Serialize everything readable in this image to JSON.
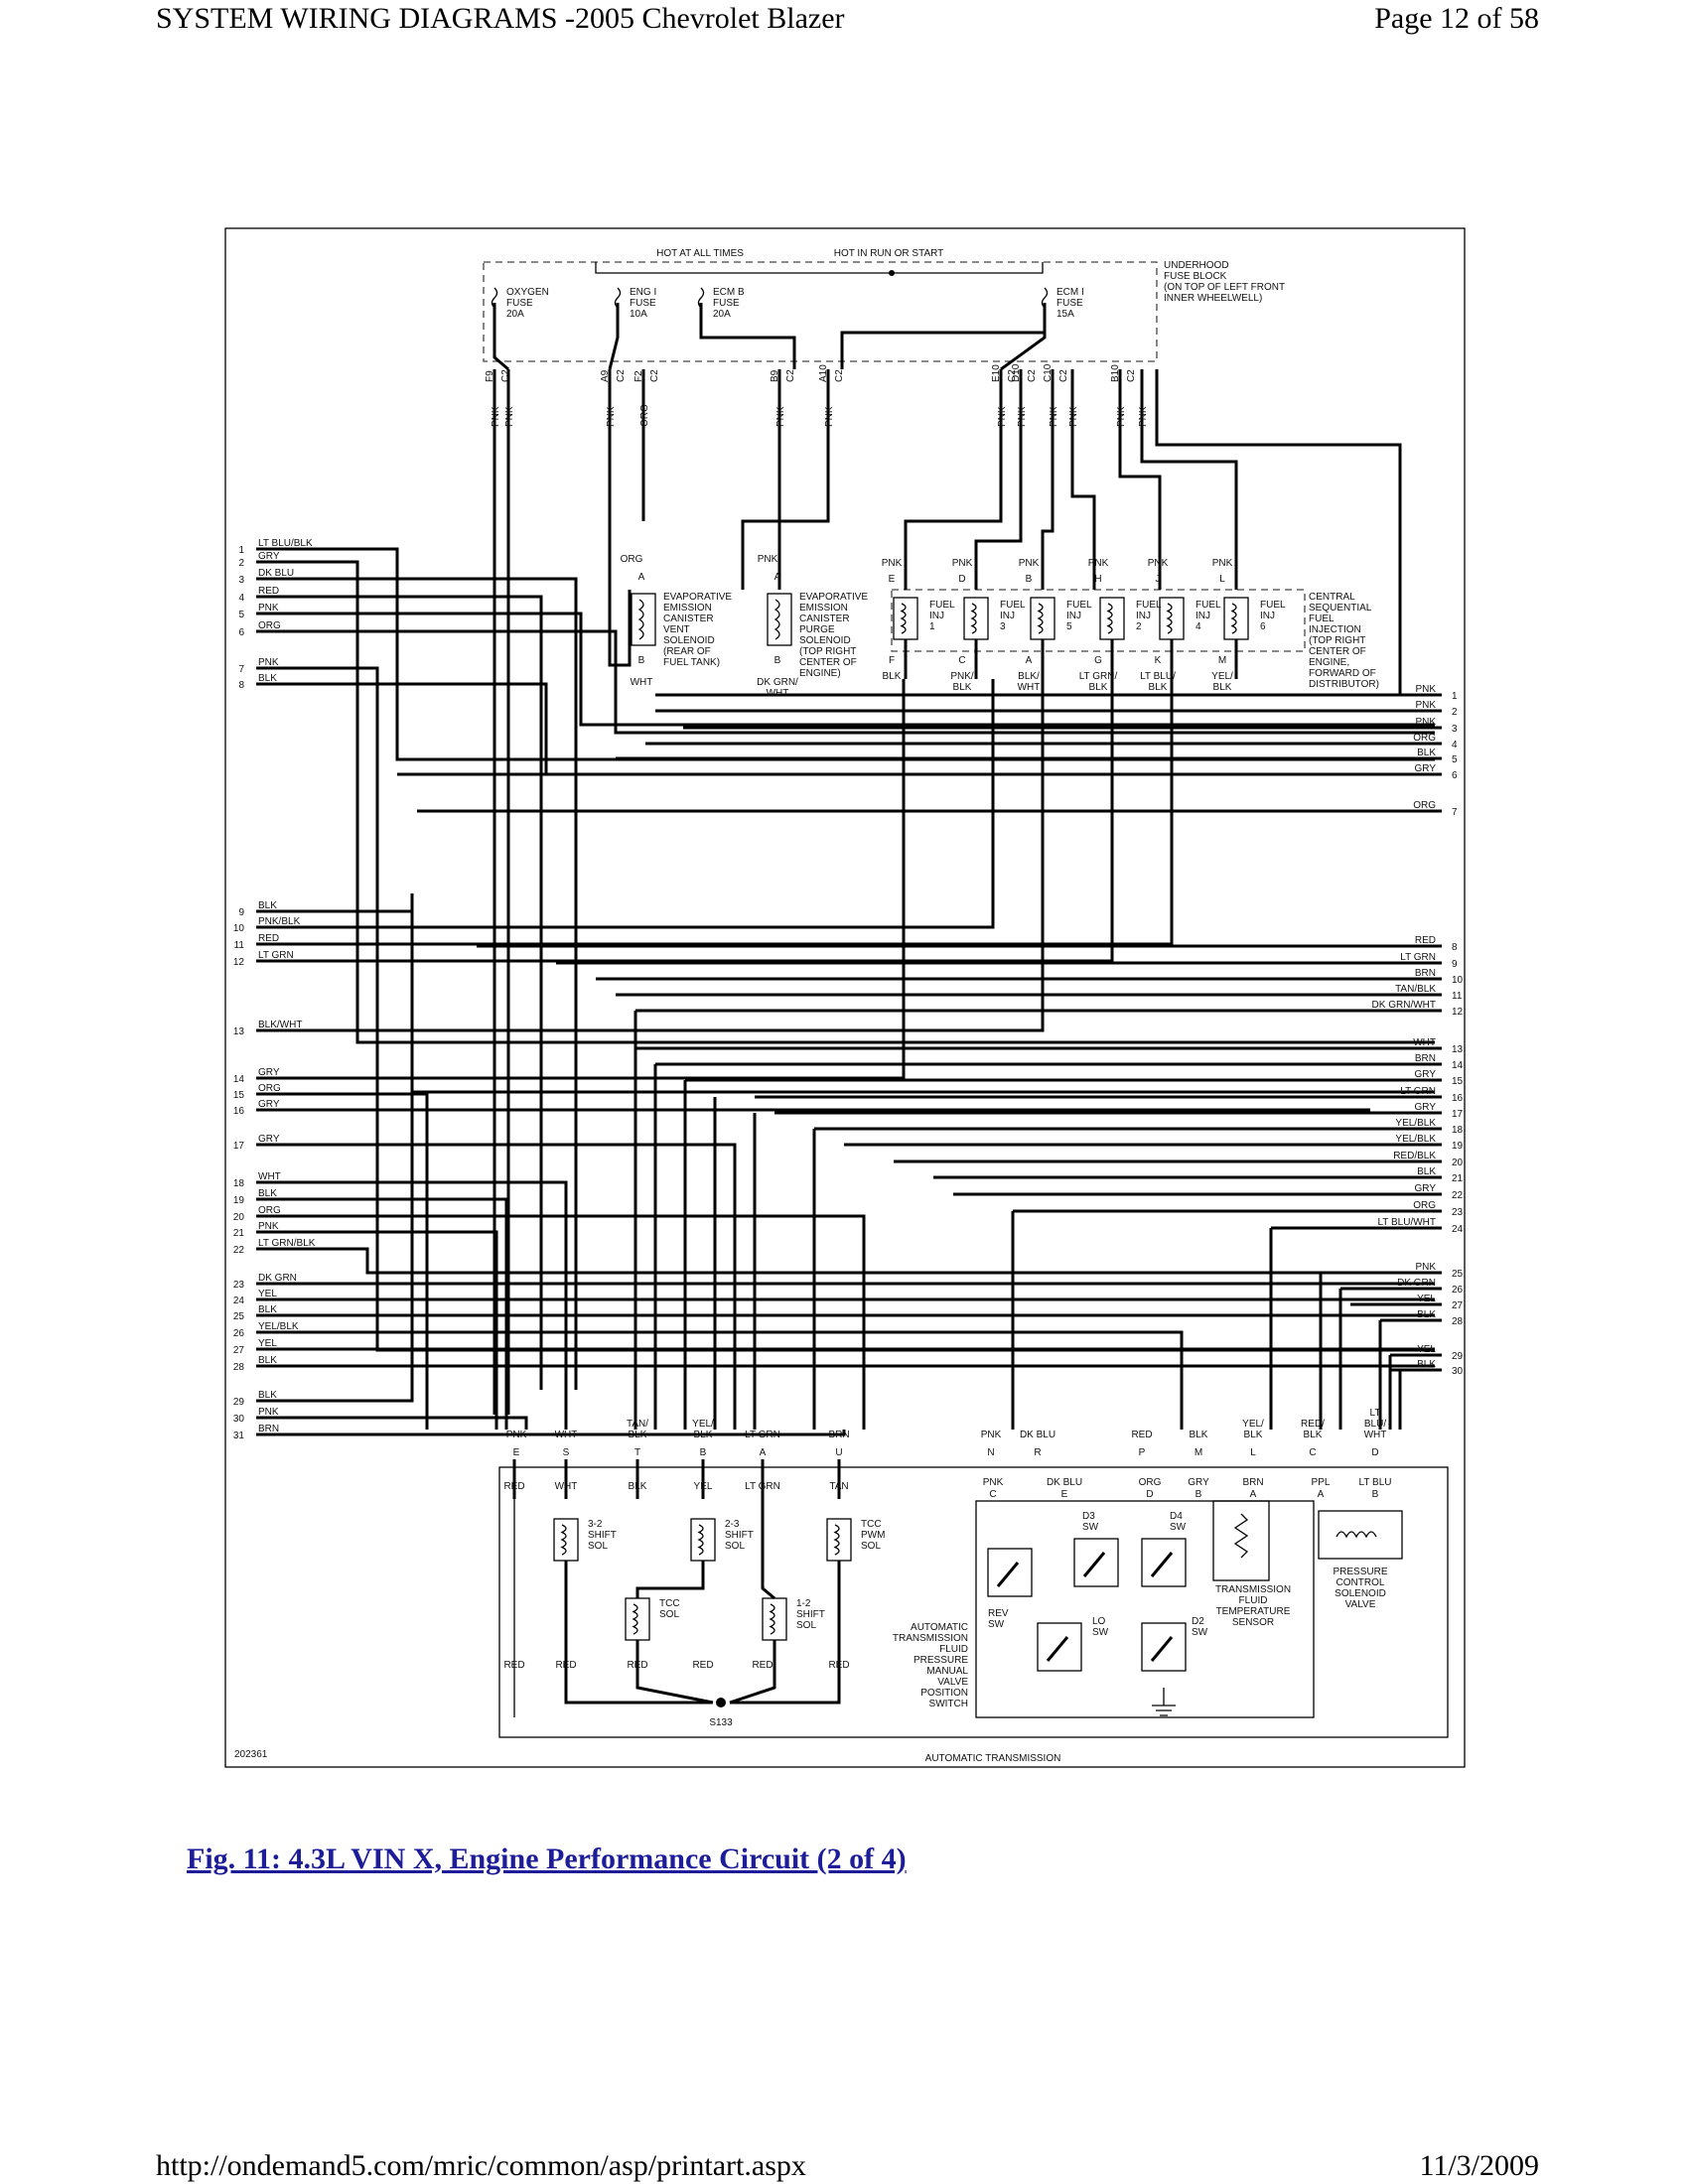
{
  "header": {
    "title": "SYSTEM WIRING DIAGRAMS -2005 Chevrolet Blazer",
    "page": "Page 12 of 58"
  },
  "footer": {
    "url": "http://ondemand5.com/mric/common/asp/printart.aspx",
    "date": "11/3/2009"
  },
  "caption": "Fig. 11: 4.3L VIN X, Engine Performance Circuit (2 of 4)",
  "diagram": {
    "diagram_id": "202361",
    "hot_at_all_times": "HOT AT ALL TIMES",
    "hot_in_run": "HOT IN RUN OR START",
    "fuse_block": [
      "UNDERHOOD",
      "FUSE BLOCK",
      "(ON TOP OF LEFT FRONT",
      "INNER WHEELWELL)"
    ],
    "fuses": [
      {
        "lines": [
          "OXYGEN",
          "FUSE",
          "20A"
        ]
      },
      {
        "lines": [
          "ENG I",
          "FUSE",
          "10A"
        ]
      },
      {
        "lines": [
          "ECM B",
          "FUSE",
          "20A"
        ]
      },
      {
        "lines": [
          "ECM I",
          "FUSE",
          "15A"
        ]
      }
    ],
    "top_connectors": [
      {
        "pin": "F9",
        "conn": "C2",
        "wire": "PNK"
      },
      {
        "pin": "",
        "conn": "",
        "wire": "PNK"
      },
      {
        "pin": "A9",
        "conn": "C2",
        "wire": "PNK"
      },
      {
        "pin": "F2",
        "conn": "C2",
        "wire": "ORG"
      },
      {
        "pin": "B9",
        "conn": "C2",
        "wire": "PNK"
      },
      {
        "pin": "A10",
        "conn": "C2",
        "wire": "PNK"
      },
      {
        "pin": "E10",
        "conn": "C2",
        "wire": "PNK"
      },
      {
        "pin": "D10",
        "conn": "C2",
        "wire": "PNK"
      },
      {
        "pin": "C10",
        "conn": "C2",
        "wire": "PNK"
      },
      {
        "pin": "",
        "conn": "",
        "wire": "PNK"
      },
      {
        "pin": "B10",
        "conn": "C2",
        "wire": "PNK"
      },
      {
        "pin": "",
        "conn": "",
        "wire": "PNK"
      }
    ],
    "left_wires": [
      {
        "n": "1",
        "c": "LT BLU/BLK"
      },
      {
        "n": "2",
        "c": "GRY"
      },
      {
        "n": "3",
        "c": "DK BLU"
      },
      {
        "n": "4",
        "c": "RED"
      },
      {
        "n": "5",
        "c": "PNK"
      },
      {
        "n": "6",
        "c": "ORG"
      },
      {
        "n": "7",
        "c": "PNK"
      },
      {
        "n": "8",
        "c": "BLK"
      },
      {
        "n": "9",
        "c": "BLK"
      },
      {
        "n": "10",
        "c": "PNK/BLK"
      },
      {
        "n": "11",
        "c": "RED"
      },
      {
        "n": "12",
        "c": "LT GRN"
      },
      {
        "n": "13",
        "c": "BLK/WHT"
      },
      {
        "n": "14",
        "c": "GRY"
      },
      {
        "n": "15",
        "c": "ORG"
      },
      {
        "n": "16",
        "c": "GRY"
      },
      {
        "n": "17",
        "c": "GRY"
      },
      {
        "n": "18",
        "c": "WHT"
      },
      {
        "n": "19",
        "c": "BLK"
      },
      {
        "n": "20",
        "c": "ORG"
      },
      {
        "n": "21",
        "c": "PNK"
      },
      {
        "n": "22",
        "c": "LT GRN/BLK"
      },
      {
        "n": "23",
        "c": "DK GRN"
      },
      {
        "n": "24",
        "c": "YEL"
      },
      {
        "n": "25",
        "c": "BLK"
      },
      {
        "n": "26",
        "c": "YEL/BLK"
      },
      {
        "n": "27",
        "c": "YEL"
      },
      {
        "n": "28",
        "c": "BLK"
      },
      {
        "n": "29",
        "c": "BLK"
      },
      {
        "n": "30",
        "c": "PNK"
      },
      {
        "n": "31",
        "c": "BRN"
      }
    ],
    "right_wires": [
      {
        "n": "1",
        "c": "PNK"
      },
      {
        "n": "2",
        "c": "PNK"
      },
      {
        "n": "3",
        "c": "PNK"
      },
      {
        "n": "4",
        "c": "ORG"
      },
      {
        "n": "5",
        "c": "BLK"
      },
      {
        "n": "6",
        "c": "GRY"
      },
      {
        "n": "7",
        "c": "ORG"
      },
      {
        "n": "8",
        "c": "RED"
      },
      {
        "n": "9",
        "c": "LT GRN"
      },
      {
        "n": "10",
        "c": "BRN"
      },
      {
        "n": "11",
        "c": "TAN/BLK"
      },
      {
        "n": "12",
        "c": "DK GRN/WHT"
      },
      {
        "n": "13",
        "c": "WHT"
      },
      {
        "n": "14",
        "c": "BRN"
      },
      {
        "n": "15",
        "c": "GRY"
      },
      {
        "n": "16",
        "c": "LT GRN"
      },
      {
        "n": "17",
        "c": "GRY"
      },
      {
        "n": "18",
        "c": "YEL/BLK"
      },
      {
        "n": "19",
        "c": "YEL/BLK"
      },
      {
        "n": "20",
        "c": "RED/BLK"
      },
      {
        "n": "21",
        "c": "BLK"
      },
      {
        "n": "22",
        "c": "GRY"
      },
      {
        "n": "23",
        "c": "ORG"
      },
      {
        "n": "24",
        "c": "LT BLU/WHT"
      },
      {
        "n": "25",
        "c": "PNK"
      },
      {
        "n": "26",
        "c": "DK GRN"
      },
      {
        "n": "27",
        "c": "YEL"
      },
      {
        "n": "28",
        "c": "BLK"
      },
      {
        "n": "29",
        "c": "YEL"
      },
      {
        "n": "30",
        "c": "BLK"
      }
    ],
    "evap_vent": {
      "lines": [
        "EVAPORATIVE",
        "EMISSION",
        "CANISTER",
        "VENT",
        "SOLENOID",
        "(REAR OF",
        "FUEL TANK)"
      ],
      "in_wire": "ORG",
      "in_pin": "A",
      "out_pin": "B",
      "out_wire": "WHT"
    },
    "evap_purge": {
      "lines": [
        "EVAPORATIVE",
        "EMISSION",
        "CANISTER",
        "PURGE",
        "SOLENOID",
        "(TOP RIGHT",
        "CENTER OF",
        "ENGINE)"
      ],
      "in_wire": "PNK",
      "in_pin": "A",
      "out_pin": "B",
      "out_wire": [
        "DK GRN/",
        "WHT"
      ]
    },
    "injector_block": [
      "CENTRAL",
      "SEQUENTIAL",
      "FUEL",
      "INJECTION",
      "(TOP RIGHT",
      "CENTER OF",
      "ENGINE,",
      "FORWARD OF",
      "DISTRIBUTOR)"
    ],
    "injectors": [
      {
        "name": [
          "FUEL",
          "INJ",
          "1"
        ],
        "top_wire": "PNK",
        "top_pin": "E",
        "bot_pin": "F",
        "bot_wire": [
          "BLK"
        ]
      },
      {
        "name": [
          "FUEL",
          "INJ",
          "3"
        ],
        "top_wire": "PNK",
        "top_pin": "D",
        "bot_pin": "C",
        "bot_wire": [
          "PNK/",
          "BLK"
        ]
      },
      {
        "name": [
          "FUEL",
          "INJ",
          "5"
        ],
        "top_wire": "PNK",
        "top_pin": "B",
        "bot_pin": "A",
        "bot_wire": [
          "BLK/",
          "WHT"
        ]
      },
      {
        "name": [
          "FUEL",
          "INJ",
          "2"
        ],
        "top_wire": "PNK",
        "top_pin": "H",
        "bot_pin": "G",
        "bot_wire": [
          "LT GRN/",
          "BLK"
        ]
      },
      {
        "name": [
          "FUEL",
          "INJ",
          "4"
        ],
        "top_wire": "PNK",
        "top_pin": "J",
        "bot_pin": "K",
        "bot_wire": [
          "LT BLU/",
          "BLK"
        ]
      },
      {
        "name": [
          "FUEL",
          "INJ",
          "6"
        ],
        "top_wire": "PNK",
        "top_pin": "L",
        "bot_pin": "M",
        "bot_wire": [
          "YEL/",
          "BLK"
        ]
      }
    ],
    "trans_connector": [
      {
        "wire": [
          "PNK"
        ],
        "pin": "E"
      },
      {
        "wire": [
          "WHT"
        ],
        "pin": "S"
      },
      {
        "wire": [
          "TAN/",
          "BLK"
        ],
        "pin": "T"
      },
      {
        "wire": [
          "YEL/",
          "BLK"
        ],
        "pin": "B"
      },
      {
        "wire": [
          "LT GRN"
        ],
        "pin": "A"
      },
      {
        "wire": [
          "BRN"
        ],
        "pin": "U"
      },
      {
        "wire": [
          "PNK"
        ],
        "pin": "N"
      },
      {
        "wire": [
          "DK BLU"
        ],
        "pin": "R"
      },
      {
        "wire": [
          "RED"
        ],
        "pin": "P"
      },
      {
        "wire": [
          "BLK"
        ],
        "pin": "M"
      },
      {
        "wire": [
          "YEL/",
          "BLK"
        ],
        "pin": "L"
      },
      {
        "wire": [
          "RED/",
          "BLK"
        ],
        "pin": "C"
      },
      {
        "wire": [
          "LT",
          "BLU/",
          "WHT"
        ],
        "pin": "D"
      }
    ],
    "trans": {
      "title": "AUTOMATIC TRANSMISSION",
      "inner_wires_left": [
        "RED",
        "WHT",
        "BLK",
        "YEL",
        "LT GRN",
        "TAN"
      ],
      "bottom_wires": [
        "RED",
        "RED",
        "RED",
        "RED",
        "RED",
        "RED"
      ],
      "splice": "S133",
      "sol_32": [
        "3-2",
        "SHIFT",
        "SOL"
      ],
      "sol_23": [
        "2-3",
        "SHIFT",
        "SOL"
      ],
      "sol_tccpwm": [
        "TCC",
        "PWM",
        "SOL"
      ],
      "sol_tcc": [
        "TCC",
        "SOL"
      ],
      "sol_12": [
        "1-2",
        "SHIFT",
        "SOL"
      ],
      "switch_pins": [
        {
          "wire": "PNK",
          "pin": "C"
        },
        {
          "wire": "DK BLU",
          "pin": "E"
        },
        {
          "wire": "ORG",
          "pin": "D"
        },
        {
          "wire": "GRY",
          "pin": "B"
        },
        {
          "wire": "BRN",
          "pin": "A"
        },
        {
          "wire": "PPL",
          "pin": "A"
        },
        {
          "wire": "LT BLU",
          "pin": "B"
        }
      ],
      "switches": {
        "d3": [
          "D3",
          "SW"
        ],
        "d4": [
          "D4",
          "SW"
        ],
        "rev": [
          "REV",
          "SW"
        ],
        "lo": [
          "LO",
          "SW"
        ],
        "d2": [
          "D2",
          "SW"
        ]
      },
      "manual_valve": [
        "AUTOMATIC",
        "TRANSMISSION",
        "FLUID",
        "PRESSURE",
        "MANUAL",
        "VALVE",
        "POSITION",
        "SWITCH"
      ],
      "temp_sensor": [
        "TRANSMISSION",
        "FLUID",
        "TEMPERATURE",
        "SENSOR"
      ],
      "pc_solenoid": [
        "PRESSURE",
        "CONTROL",
        "SOLENOID",
        "VALVE"
      ]
    }
  }
}
